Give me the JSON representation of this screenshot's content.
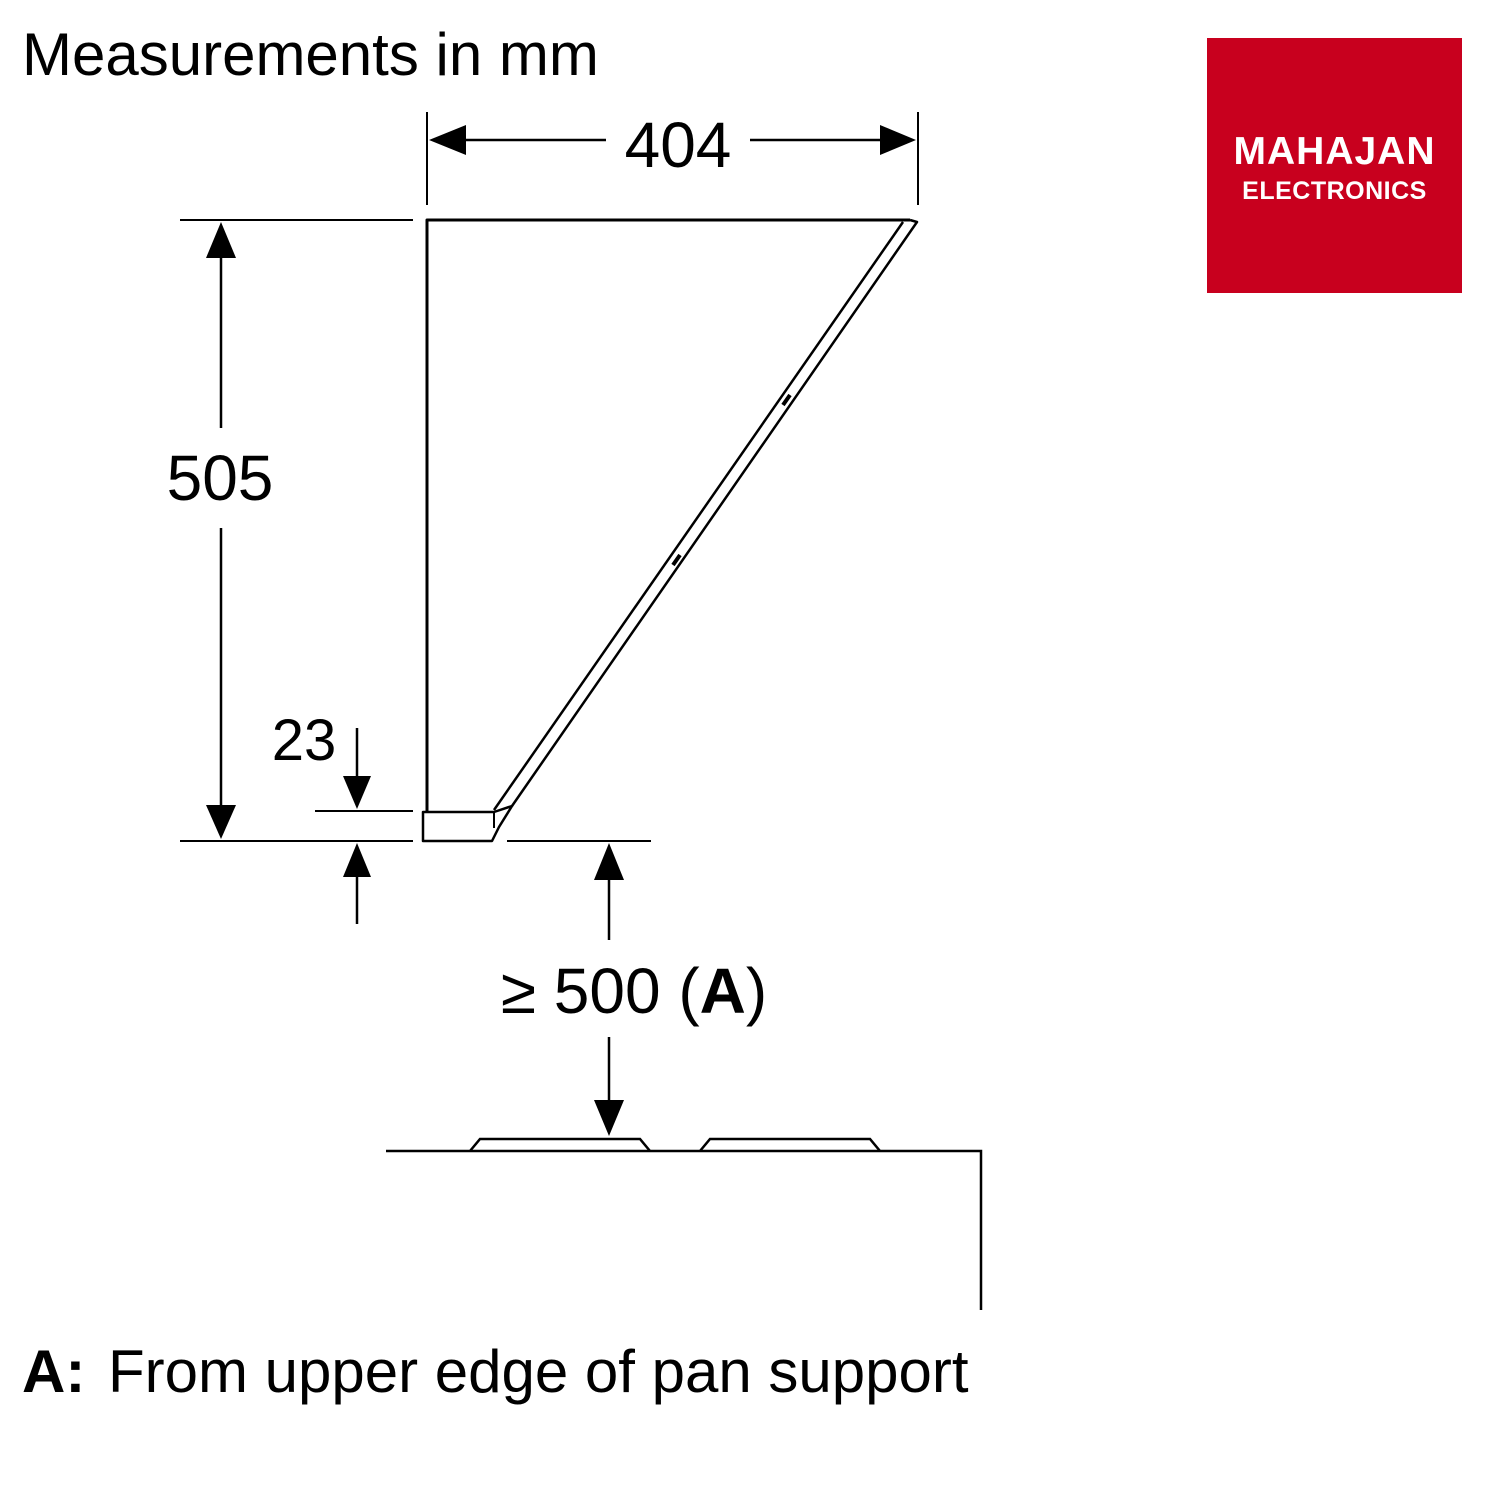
{
  "header": {
    "title": "Measurements in mm"
  },
  "dimensions": {
    "width": "404",
    "height": "505",
    "bottom_thickness": "23",
    "clearance_prefix": "≥ 500 (",
    "clearance_letter": "A",
    "clearance_suffix": ")"
  },
  "footnote": {
    "key": "A:",
    "text": "From upper edge of pan support"
  },
  "logo": {
    "line1": "MAHAJAN",
    "line2": "ELECTRONICS",
    "color": "#c8001e"
  }
}
